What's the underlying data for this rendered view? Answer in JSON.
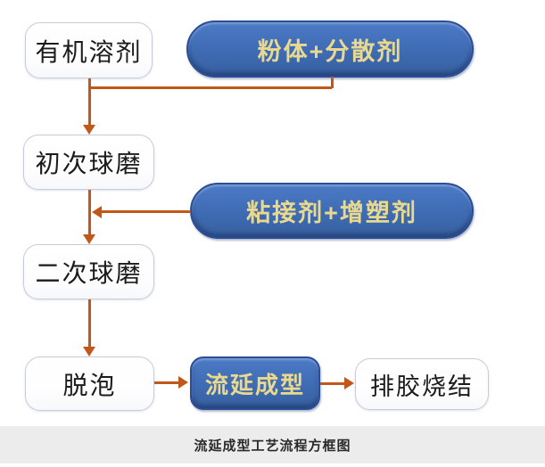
{
  "diagram": {
    "caption": "流延成型工艺流程方框图",
    "nodes": {
      "organic_solvent": "有机溶剂",
      "powder_dispersant": "粉体+分散剂",
      "first_ball_milling": "初次球磨",
      "binder_plasticizer": "粘接剂+增塑剂",
      "second_ball_milling": "二次球磨",
      "defoaming": "脱泡",
      "tape_casting": "流延成型",
      "debinding_sintering": "排胶烧结"
    },
    "colors": {
      "pill_fill": "#3e6bb3",
      "pill_fill_light": "#4d7ac6",
      "pill_border": "#2a4d97",
      "pill_text": "#e9d98e",
      "box_border": "#c6cdd9",
      "box_text": "#1b1b1b",
      "arrow": "#c2571a",
      "caption_bg": "#ececec",
      "caption_text": "#2a2a2a"
    }
  }
}
